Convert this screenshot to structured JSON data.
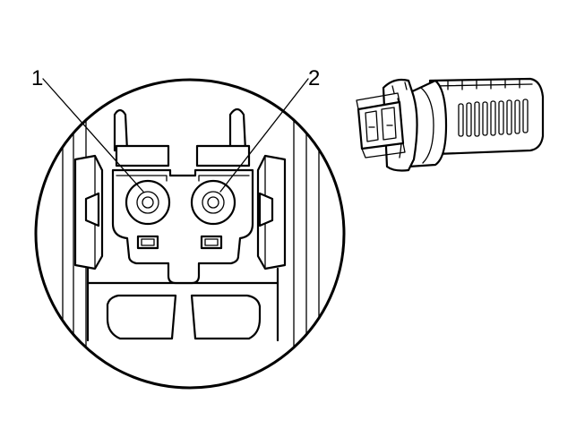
{
  "callouts": [
    {
      "label": "1",
      "target": "terminal-1"
    },
    {
      "label": "2",
      "target": "terminal-2"
    }
  ]
}
